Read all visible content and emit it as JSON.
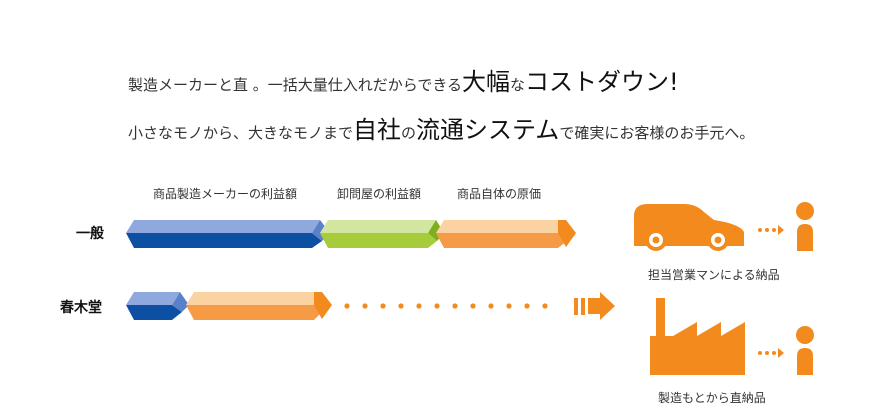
{
  "headline": {
    "line1": {
      "lead": "製造メーカーと直 。一括大量仕入れだからできる",
      "emph1": "大幅",
      "mid": "な",
      "emph2": "コストダウン!"
    },
    "line2": {
      "lead": "小さなモノから、大きなモノまで",
      "emph1": "自社",
      "mid": "の",
      "emph2": "流通システム",
      "tail": "で確実にお客様のお手元へ。"
    }
  },
  "columns": {
    "maker": "商品製造メーカーの利益額",
    "wholesale": "卸問屋の利益額",
    "cost": "商品自体の原価"
  },
  "rows": {
    "general": "一般",
    "harukido": "春木堂"
  },
  "captions": {
    "car": "担当営業マンによる納品",
    "factory": "製造もとから直納品"
  },
  "colors": {
    "maker_top": "#8fa9df",
    "maker_front": "#0d4fa3",
    "wholesale_top": "#d3e6a0",
    "wholesale_front": "#a6cc3c",
    "cost_top": "#fbd3a3",
    "cost_front": "#f59a45",
    "accent_orange": "#f28a1e"
  },
  "icons": [
    "car-icon",
    "factory-icon",
    "person-icon",
    "arrow-icon"
  ]
}
